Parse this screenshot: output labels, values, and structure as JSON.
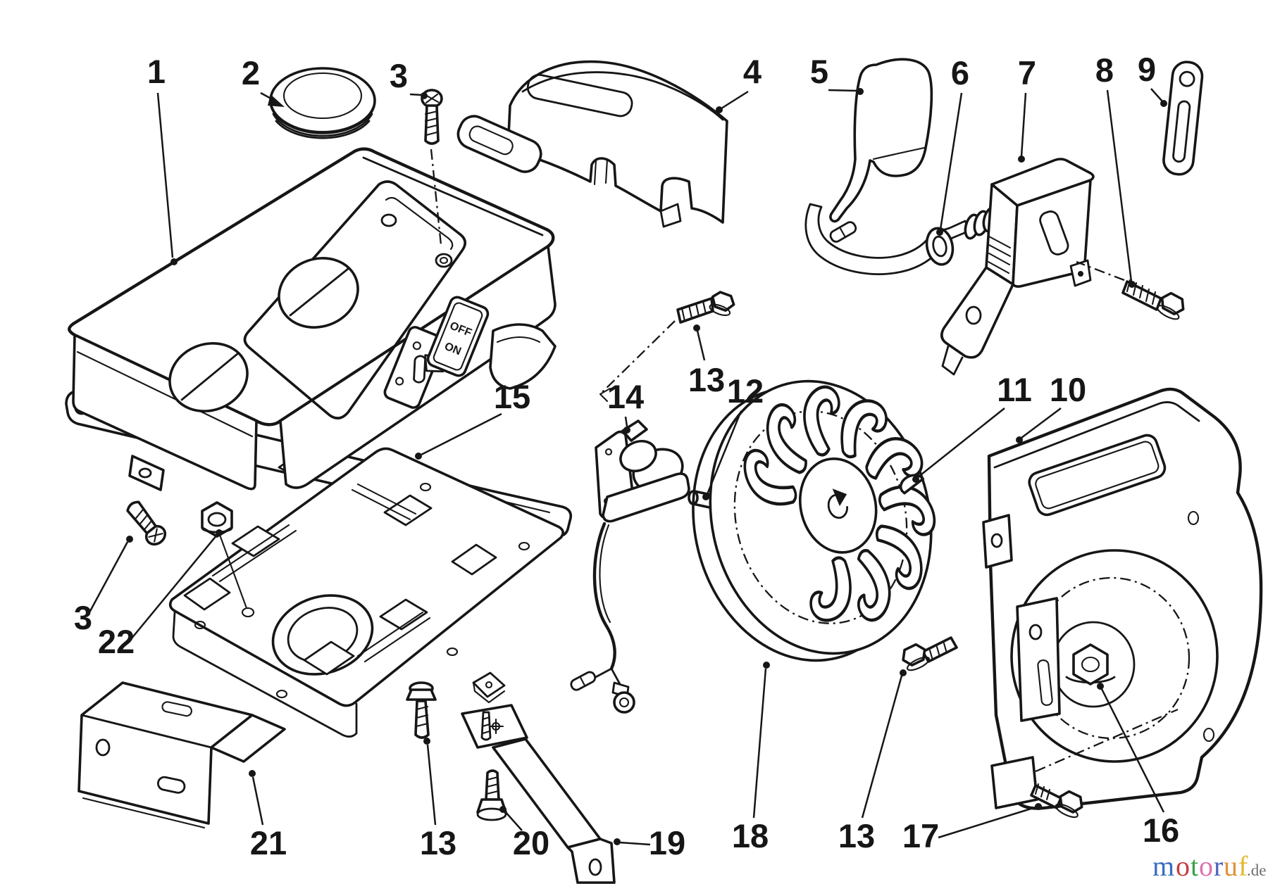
{
  "colors": {
    "ink": "#161616",
    "background": "#ffffff"
  },
  "switch_plate": {
    "off": "OFF",
    "on": "ON"
  },
  "callouts": [
    {
      "label": "1"
    },
    {
      "label": "2"
    },
    {
      "label": "3"
    },
    {
      "label": "4"
    },
    {
      "label": "5"
    },
    {
      "label": "6"
    },
    {
      "label": "7"
    },
    {
      "label": "8"
    },
    {
      "label": "9"
    },
    {
      "label": "10"
    },
    {
      "label": "11"
    },
    {
      "label": "12"
    },
    {
      "label": "13"
    },
    {
      "label": "14"
    },
    {
      "label": "15"
    },
    {
      "label": "16"
    },
    {
      "label": "17"
    },
    {
      "label": "18"
    },
    {
      "label": "13"
    },
    {
      "label": "13"
    },
    {
      "label": "19"
    },
    {
      "label": "20"
    },
    {
      "label": "21"
    },
    {
      "label": "22"
    },
    {
      "label": "3"
    }
  ],
  "logo": {
    "letters": [
      {
        "char": "m",
        "color": "#3a6bbf"
      },
      {
        "char": "o",
        "color": "#c43d3d"
      },
      {
        "char": "t",
        "color": "#3da04a"
      },
      {
        "char": "o",
        "color": "#df6fae"
      },
      {
        "char": "r",
        "color": "#4a63bd"
      },
      {
        "char": "u",
        "color": "#e2913d"
      },
      {
        "char": "f",
        "color": "#e3b92e"
      }
    ],
    "suffix": ".de",
    "suffix_color": "#6f6f6f"
  }
}
